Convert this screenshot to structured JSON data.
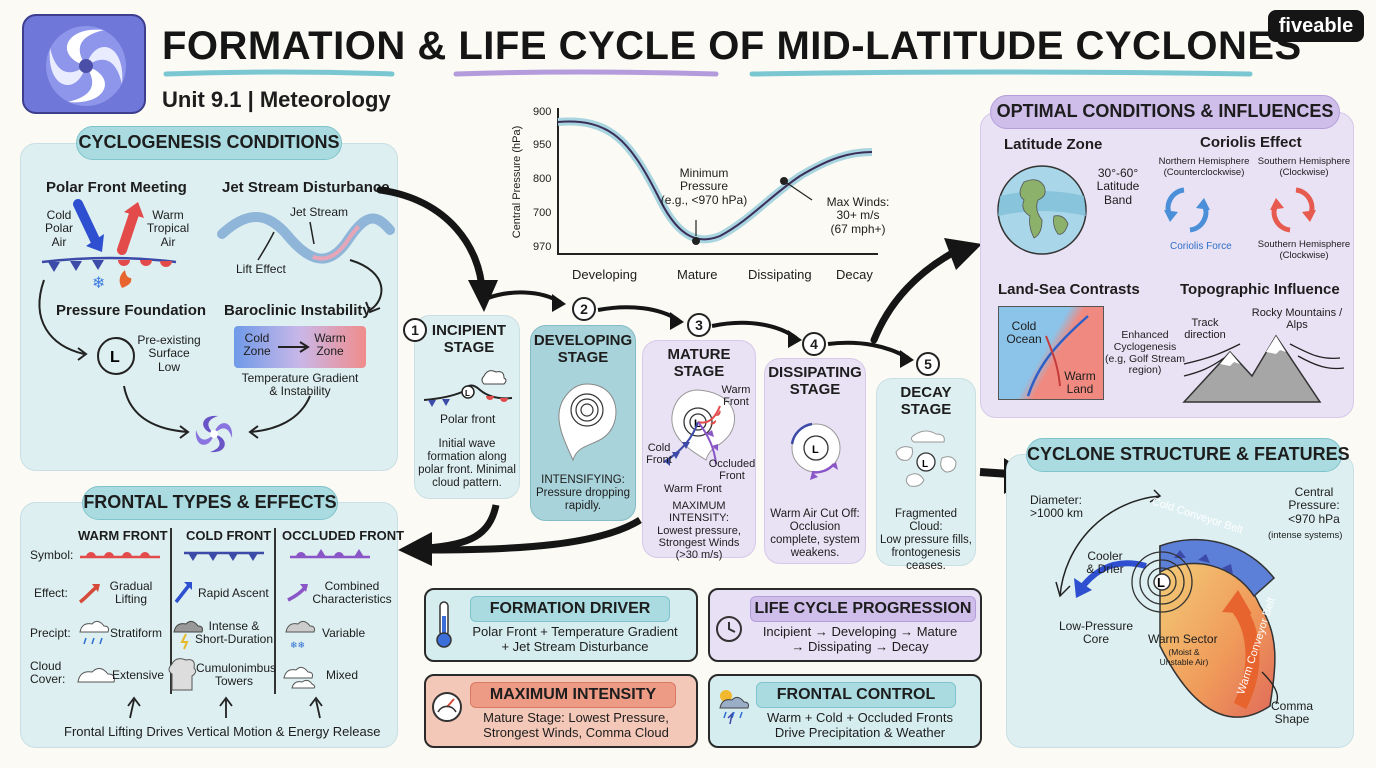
{
  "header": {
    "title": "FORMATION & LIFE CYCLE OF MID-LATITUDE CYCLONES",
    "subtitle": "Unit 9.1 | Meteorology",
    "brand": "fiveable"
  },
  "cyclogenesis": {
    "title": "CYCLOGENESIS CONDITIONS",
    "polar_title": "Polar Front Meeting",
    "cold_air": "Cold\nPolar\nAir",
    "warm_air": "Warm\nTropical\nAir",
    "jet_title": "Jet Stream Disturbance",
    "jet_label": "Jet Stream",
    "lift_label": "Lift Effect",
    "pressure_title": "Pressure Foundation",
    "pre_existing": "Pre-existing\nSurface\nLow",
    "low_letter": "L",
    "baro_title": "Baroclinic Instability",
    "cold_zone": "Cold\nZone",
    "warm_zone": "Warm\nZone",
    "temp_gradient": "Temperature Gradient\n& Instability"
  },
  "chart": {
    "ylabel": "Central Pressure (hPa)",
    "ticks": [
      "900",
      "950",
      "800",
      "700",
      "970"
    ],
    "stages": [
      "Developing",
      "Mature",
      "Dissipating",
      "Decay"
    ],
    "min_label": "Minimum\nPressure\n(e.g., <970 hPa)",
    "max_label": "Max Winds:\n30+ m/s\n(67 mph+)"
  },
  "stages": [
    {
      "num": "1",
      "title": "INCIPIENT\nSTAGE",
      "label": "Polar front",
      "desc": "Initial wave\nformation along\npolar front. Minimal\ncloud pattern."
    },
    {
      "num": "2",
      "title": "DEVELOPING\nSTAGE",
      "desc": "INTENSIFYING:\nPressure dropping\nrapidly."
    },
    {
      "num": "3",
      "title": "MATURE\nSTAGE",
      "warm_front": "Warm\nFront",
      "cold_front": "Cold\nFront",
      "occluded": "Occluded\nFront",
      "warm_front2": "Warm Front",
      "desc": "MAXIMUM INTENSITY:\nLowest pressure,\nStrongest Winds\n(>30 m/s)"
    },
    {
      "num": "4",
      "title": "DISSIPATING\nSTAGE",
      "desc": "Warm Air Cut Off:\nOcclusion\ncomplete, system\nweakens."
    },
    {
      "num": "5",
      "title": "DECAY\nSTAGE",
      "desc": "Fragmented Cloud:\nLow pressure fills,\nfrontogenesis\nceases."
    }
  ],
  "optimal": {
    "title": "OPTIMAL CONDITIONS & INFLUENCES",
    "lat_title": "Latitude Zone",
    "lat_band": "30°-60°\nLatitude\nBand",
    "coriolis_title": "Coriolis Effect",
    "nh": "Northern Hemisphere\n(Counterclockwise)",
    "sh": "Southern Hemisphere\n(Clockwise)",
    "coriolis_force": "Coriolis Force",
    "sh2": "Southern Hemisphere\n(Clockwise)",
    "landsea_title": "Land-Sea Contrasts",
    "cold_ocean": "Cold\nOcean",
    "warm_land": "Warm\nLand",
    "enhanced": "Enhanced\nCyclogenesis\n(e.g, Golf Stream\nregion)",
    "topo_title": "Topographic Influence",
    "track": "Track\ndirection",
    "rocky": "Rocky Mountains /\nAlps"
  },
  "frontal": {
    "title": "FRONTAL TYPES & EFFECTS",
    "cols": [
      "WARM FRONT",
      "COLD FRONT",
      "OCCLUDED FRONT"
    ],
    "rows": [
      "Symbol:",
      "Effect:",
      "Precipt:",
      "Cloud\nCover:"
    ],
    "effect": [
      "Gradual\nLifting",
      "Rapid Ascent",
      "Combined\nCharacteristics"
    ],
    "precip": [
      "Stratiform",
      "Intense &\nShort-Duration",
      "Variable"
    ],
    "cloud": [
      "Extensive",
      "Cumulonimbus\nTowers",
      "Mixed"
    ],
    "footer": "Frontal Lifting Drives Vertical Motion & Energy Release"
  },
  "summary": [
    {
      "title": "FORMATION DRIVER",
      "text": "Polar Front + Temperature Gradient\n+ Jet Stream Disturbance"
    },
    {
      "title": "LIFE CYCLE PROGRESSION",
      "text": "Incipient → Developing → Mature\n→ Dissipating → Decay"
    },
    {
      "title": "MAXIMUM INTENSITY",
      "text": "Mature Stage: Lowest Pressure,\nStrongest Winds, Comma Cloud"
    },
    {
      "title": "FRONTAL CONTROL",
      "text": "Warm + Cold + Occluded Fronts\nDrive Precipitation & Weather"
    }
  ],
  "structure": {
    "title": "CYCLONE STRUCTURE & FEATURES",
    "diameter": "Diameter:\n>1000 km",
    "central": "Central\nPressure:\n<970 hPa",
    "intense": "(intense systems)",
    "cooler": "Cooler\n& Drier",
    "ccb": "Cold Conveyor Belt",
    "core": "Low-Pressure\nCore",
    "warm_sector": "Warm Sector",
    "moist": "(Moist &\nUnstable Air)",
    "wcb": "Warm Conveyor Belt",
    "comma": "Comma\nShape"
  }
}
